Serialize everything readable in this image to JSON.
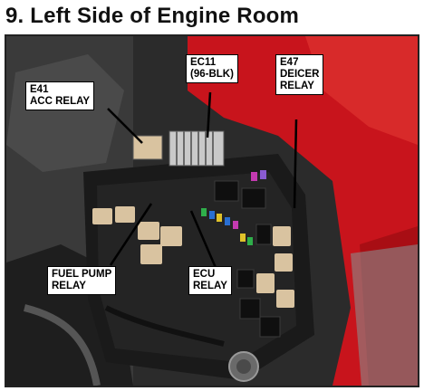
{
  "title": "9. Left Side of Engine Room",
  "callouts": {
    "e41": {
      "line1": "E41",
      "line2": "ACC RELAY"
    },
    "ec11": {
      "line1": "EC11",
      "line2": "(96-BLK)"
    },
    "e47": {
      "line1": "E47",
      "line2": "DEICER",
      "line3": "RELAY"
    },
    "fuel_pump": {
      "line1": "FUEL PUMP",
      "line2": "RELAY"
    },
    "ecu": {
      "line1": "ECU",
      "line2": "RELAY"
    }
  },
  "colors": {
    "body_red": "#c8141c",
    "fuse_box_black": "#1a1a1a",
    "relay_tan": "#d9c3a0",
    "leader_line": "#000000"
  }
}
